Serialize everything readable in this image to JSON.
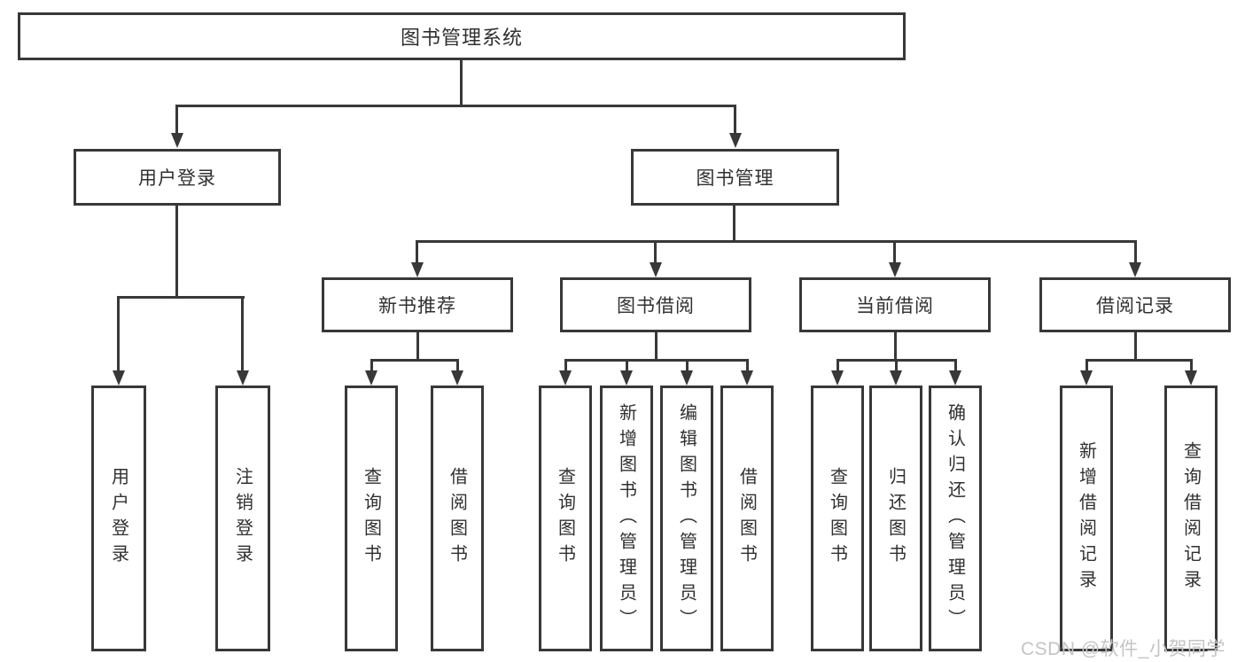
{
  "colors": {
    "line": "#383838",
    "text": "#303030",
    "box_bg": "#ffffff",
    "watermark": "#c4c4c4"
  },
  "diagram": {
    "type": "hierarchy-tree",
    "root": {
      "label": "图书管理系统"
    },
    "level2": [
      {
        "label": "用户登录",
        "parent": "图书管理系统"
      },
      {
        "label": "图书管理",
        "parent": "图书管理系统"
      }
    ],
    "level3": [
      {
        "label": "新书推荐",
        "parent": "图书管理"
      },
      {
        "label": "图书借阅",
        "parent": "图书管理"
      },
      {
        "label": "当前借阅",
        "parent": "图书管理"
      },
      {
        "label": "借阅记录",
        "parent": "图书管理"
      }
    ],
    "leaves": [
      {
        "label": "用户登录",
        "parent": "用户登录"
      },
      {
        "label": "注销登录",
        "parent": "用户登录"
      },
      {
        "label": "查询图书",
        "parent": "新书推荐"
      },
      {
        "label": "借阅图书",
        "parent": "新书推荐"
      },
      {
        "label": "查询图书",
        "parent": "图书借阅"
      },
      {
        "label": "新增图书（管理员）",
        "parent": "图书借阅"
      },
      {
        "label": "编辑图书（管理员）",
        "parent": "图书借阅"
      },
      {
        "label": "借阅图书",
        "parent": "图书借阅"
      },
      {
        "label": "查询图书",
        "parent": "当前借阅"
      },
      {
        "label": "归还图书",
        "parent": "当前借阅"
      },
      {
        "label": "确认归还（管理员）",
        "parent": "当前借阅"
      },
      {
        "label": "新增借阅记录",
        "parent": "借阅记录"
      },
      {
        "label": "查询借阅记录",
        "parent": "借阅记录"
      }
    ]
  },
  "watermark": {
    "text": "CSDN @软件_小贺同学"
  }
}
